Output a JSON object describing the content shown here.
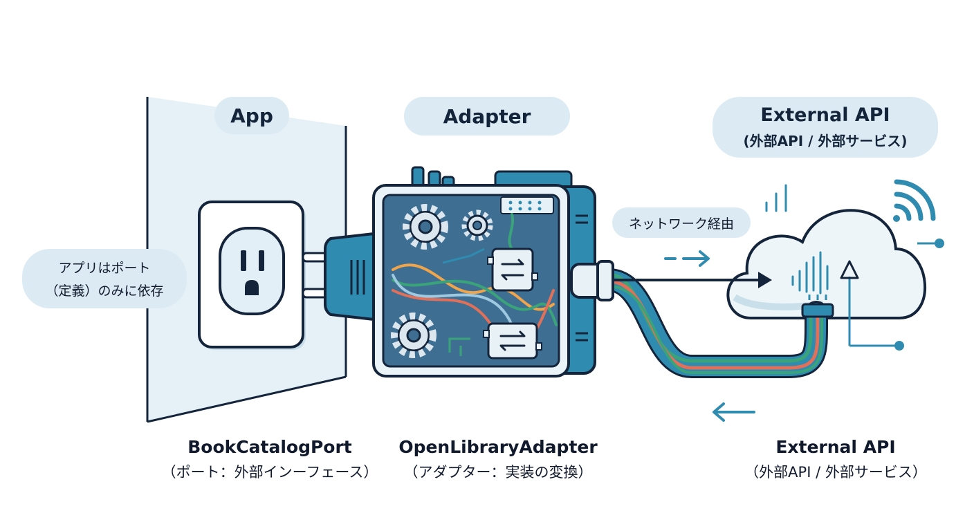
{
  "labels": {
    "app": "App",
    "adapter": "Adapter",
    "external_title": "External API",
    "external_sub": "(外部API / 外部サービス)",
    "note_line1": "アプリはポート",
    "note_line2": "（定義）のみに依存",
    "network": "ネットワーク経由"
  },
  "captions": {
    "port_main": "BookCatalogPort",
    "port_sub": "（ポート：外部インーフェース）",
    "adapter_main": "OpenLibraryAdapter",
    "adapter_sub": "（アダプター：実装の変換）",
    "api_main": "External API",
    "api_sub": "（外部API / 外部サービス）"
  },
  "icons": [
    "wall-outlet-icon",
    "plug-icon",
    "gear-icon",
    "swap-arrows-icon",
    "cable-icon",
    "cloud-icon",
    "wifi-signal-icon",
    "arrow-right-icon",
    "arrow-left-icon",
    "arrow-up-icon"
  ],
  "colors": {
    "navy": "#14243a",
    "teal": "#2f8bb0",
    "panel": "#3e6f93",
    "wall": "#e3eff6",
    "pill": "#dcebf3",
    "wire_green": "#3aa37a",
    "wire_red": "#e0705a",
    "wire_orange": "#f0a54b"
  }
}
